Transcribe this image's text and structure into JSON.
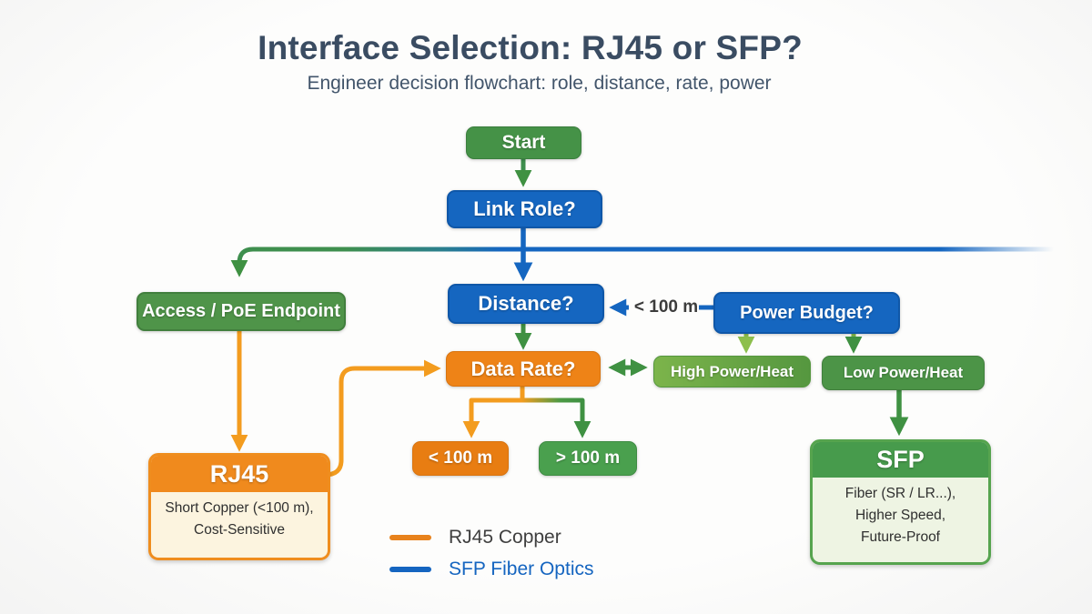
{
  "title": "Interface Selection: RJ45 or SFP?",
  "subtitle": "Engineer decision flowchart: role, distance, rate, power",
  "nodes": {
    "start": {
      "label": "Start"
    },
    "link_role": {
      "label": "Link Role?"
    },
    "distance": {
      "label": "Distance?"
    },
    "access_poe": {
      "label": "Access / PoE Endpoint"
    },
    "data_rate": {
      "label": "Data Rate?"
    },
    "power_budget": {
      "label": "Power Budget?"
    },
    "high_power": {
      "label": "High Power/Heat"
    },
    "low_power": {
      "label": "Low Power/Heat"
    },
    "lt_100m": {
      "label": "< 100 m"
    },
    "gt_100m": {
      "label": "> 100 m"
    }
  },
  "edge_labels": {
    "power_budget_to_distance": "< 100 m"
  },
  "cards": {
    "rj45": {
      "title": "RJ45",
      "lines": [
        "Short Copper (<100 m),",
        "Cost-Sensitive"
      ]
    },
    "sfp": {
      "title": "SFP",
      "lines": [
        "Fiber (SR / LR...),",
        "Higher Speed,",
        "Future-Proof"
      ]
    }
  },
  "legend": {
    "items": [
      {
        "label": "RJ45 Copper",
        "color": "#e8821c"
      },
      {
        "label": "SFP Fiber Optics",
        "color": "#1565c0"
      }
    ]
  },
  "colors": {
    "flow_green": "#3f9142",
    "flow_blue": "#1566c0",
    "flow_orange": "#f39c1f",
    "flow_light_green": "#8dbf4d",
    "title_text": "#3a4c62"
  }
}
